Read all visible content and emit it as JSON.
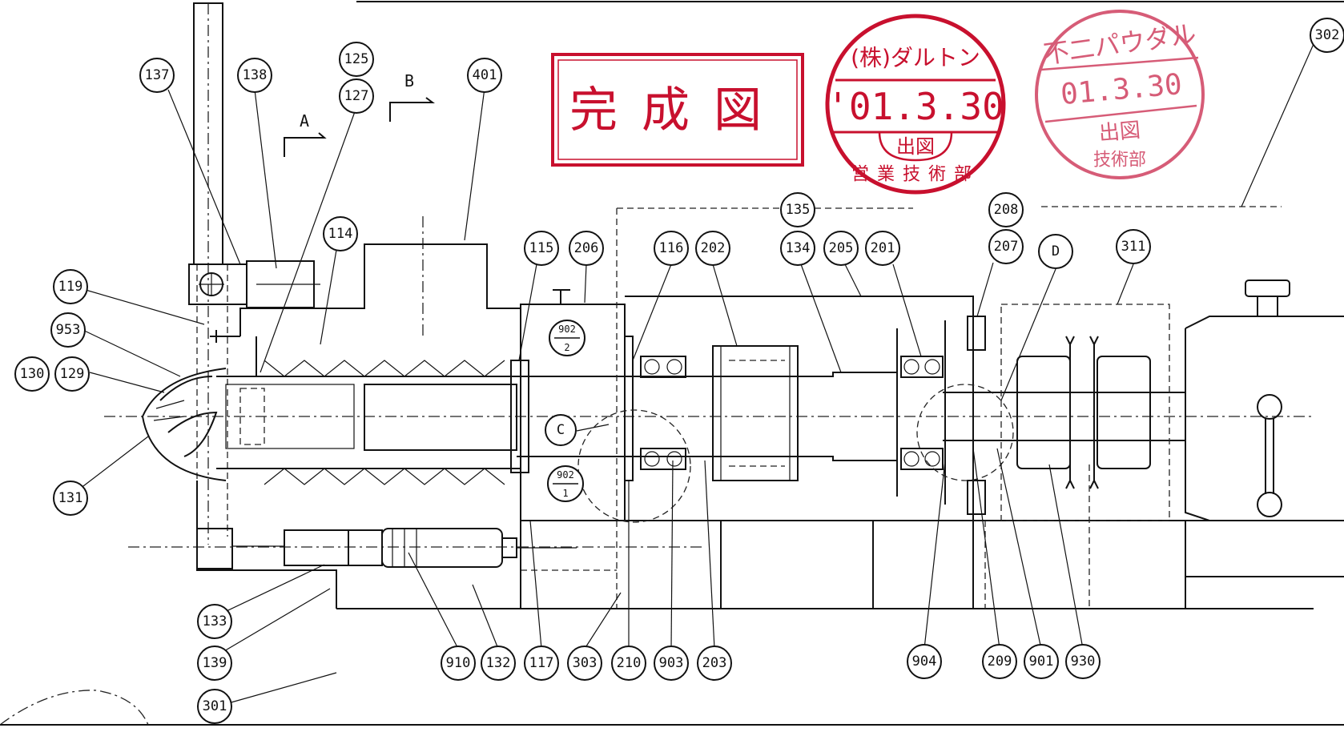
{
  "stamps": {
    "completion": {
      "text": "完成図",
      "color": "#c8102e"
    },
    "dalton": {
      "company": "(株)ダルトン",
      "date": "'01.3.30",
      "issue": "出図",
      "dept": "営業技術部",
      "color": "#c8102e"
    },
    "fuji": {
      "company": "不二パウダル",
      "date": "01.3.30",
      "issue": "出図",
      "dept": "技術部",
      "color": "#d04060"
    }
  },
  "view_markers": {
    "a": "A",
    "b": "B"
  },
  "balloons": {
    "p137": "137",
    "p138": "138",
    "p125": "125",
    "p127": "127",
    "p401": "401",
    "p302": "302",
    "p114": "114",
    "p119": "119",
    "p953": "953",
    "p130": "130",
    "p129": "129",
    "p131": "131",
    "p115": "115",
    "p206": "206",
    "p116": "116",
    "p202": "202",
    "p135": "135",
    "p208": "208",
    "p134": "134",
    "p205": "205",
    "p201": "201",
    "p207": "207",
    "pD": "D",
    "p311": "311",
    "pC": "C",
    "p133": "133",
    "p139": "139",
    "p301": "301",
    "p910": "910",
    "p132": "132",
    "p117": "117",
    "p303": "303",
    "p210": "210",
    "p903": "903",
    "p203": "203",
    "p904": "904",
    "p209": "209",
    "p901": "901",
    "p930": "930"
  },
  "fractions": {
    "f902_2": {
      "num": "902",
      "den": "2"
    },
    "f902_1": {
      "num": "902",
      "den": "1"
    }
  }
}
